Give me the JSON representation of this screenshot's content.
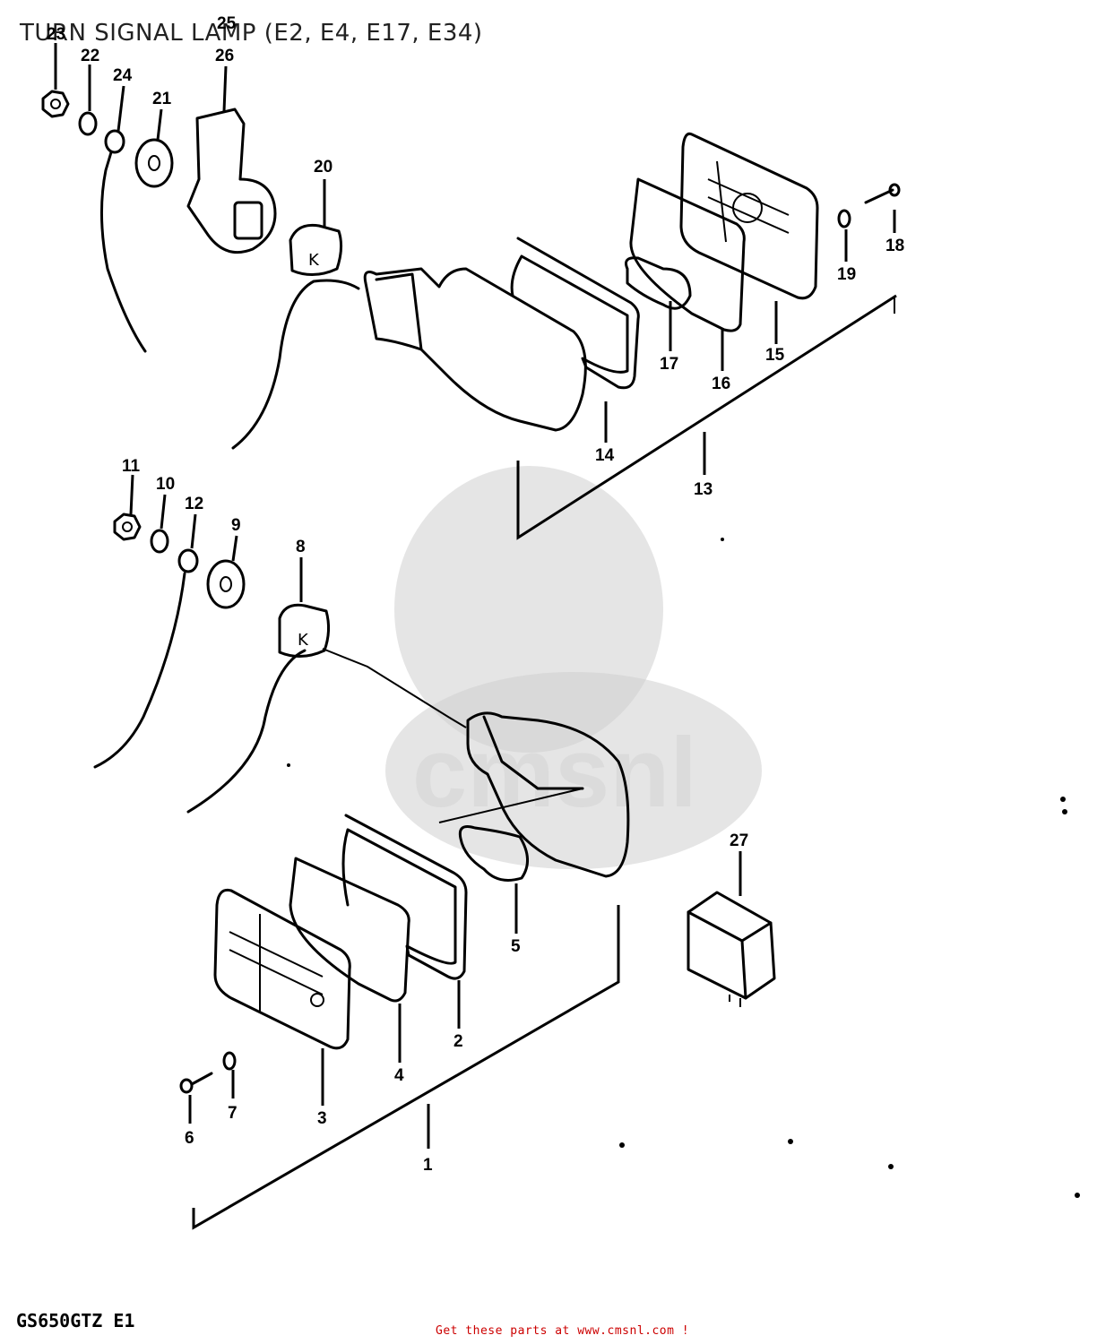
{
  "title": "TURN SIGNAL LAMP (E2, E4, E17, E34)",
  "footer": {
    "model_code": "GS650GTZ E1",
    "link_text": "Get these parts at www.cmsnl.com !",
    "link_color": "#cc0000"
  },
  "callouts": {
    "c1": "1",
    "c2": "2",
    "c3": "3",
    "c4": "4",
    "c5": "5",
    "c6": "6",
    "c7": "7",
    "c8": "8",
    "c9": "9",
    "c10": "10",
    "c11": "11",
    "c12": "12",
    "c13": "13",
    "c14": "14",
    "c15": "15",
    "c16": "16",
    "c17": "17",
    "c18": "18",
    "c19": "19",
    "c20": "20",
    "c21": "21",
    "c22": "22",
    "c23": "23",
    "c24": "24",
    "c25": "25",
    "c26": "26",
    "c27": "27"
  },
  "watermark": "cmsnl"
}
